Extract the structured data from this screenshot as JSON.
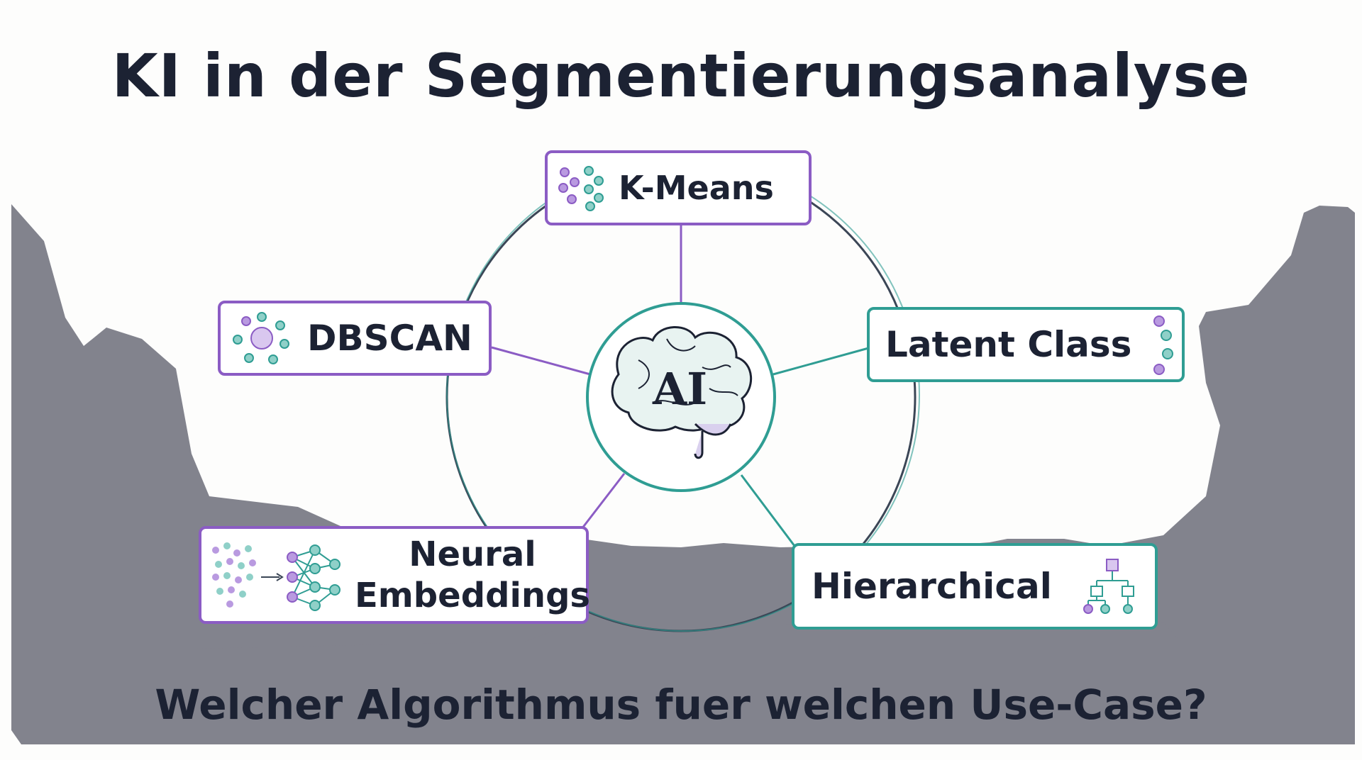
{
  "title": "KI in der Segmentierungsanalyse",
  "subtitle": "Welcher Algorithmus fuer welchen Use-Case?",
  "center": {
    "label": "AI",
    "icon": "brain-icon"
  },
  "nodes": [
    {
      "label": "K-Means",
      "icon": "dot-cluster-icon"
    },
    {
      "label": "DBSCAN",
      "icon": "density-cluster-icon"
    },
    {
      "label": "Latent Class",
      "icon": "dot-column-icon"
    },
    {
      "label": "Neural",
      "label2": "Embeddings",
      "icon": "neural-network-icon"
    },
    {
      "label": "Hierarchical",
      "icon": "hierarchy-tree-icon"
    }
  ],
  "colors": {
    "purple": "#8b5cc4",
    "teal": "#2f9d93",
    "ink": "#1c2233",
    "gray": "#82838d",
    "circle": "#3b4656"
  }
}
